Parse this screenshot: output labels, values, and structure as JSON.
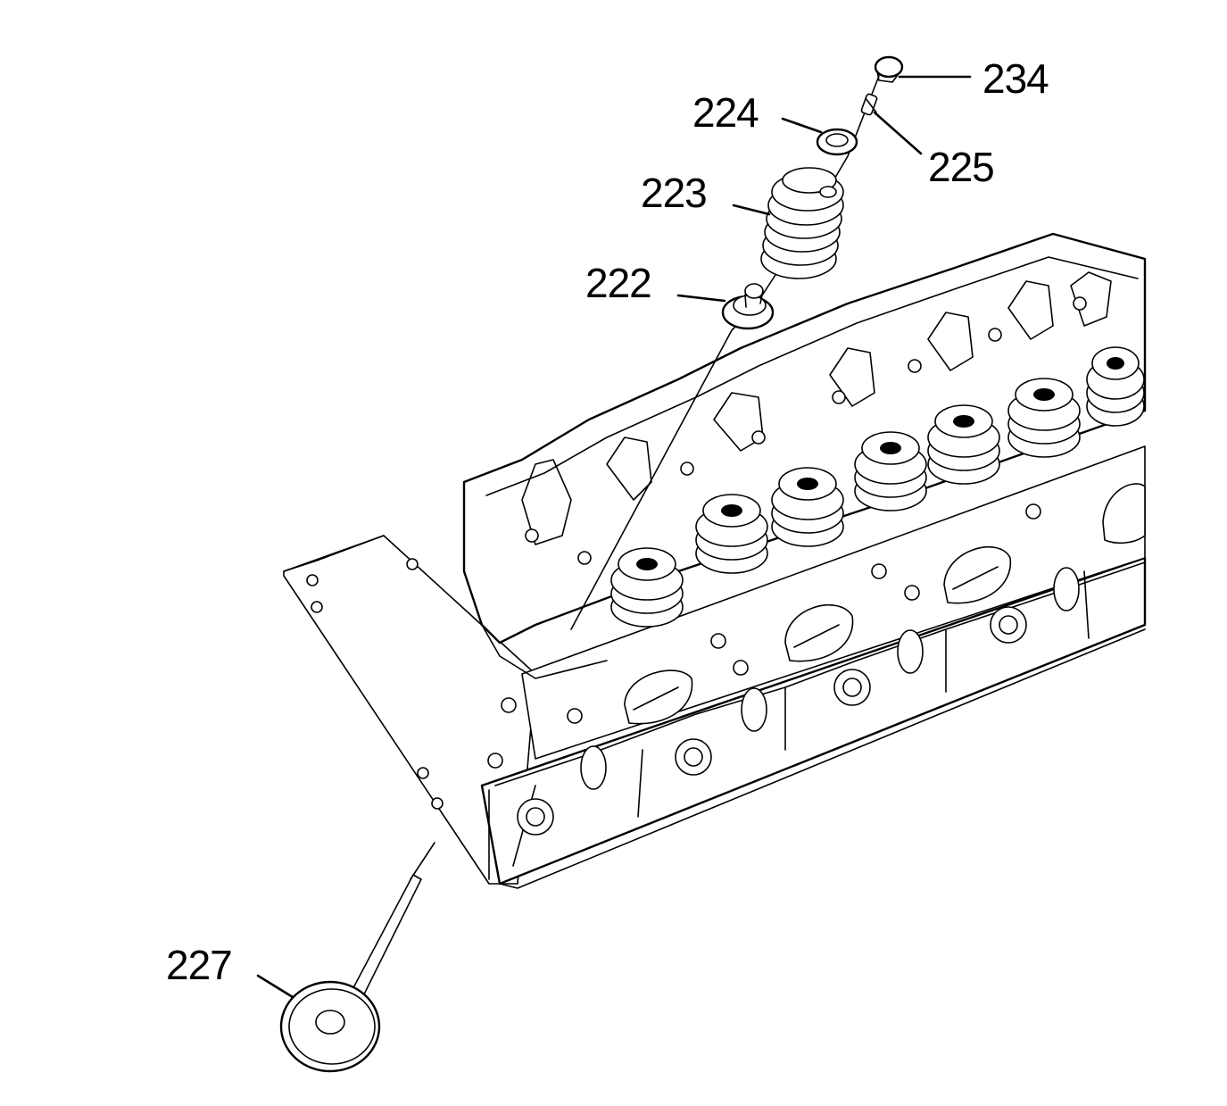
{
  "callouts": {
    "c234": "234",
    "c224": "224",
    "c225": "225",
    "c223": "223",
    "c222": "222",
    "c227": "227"
  }
}
